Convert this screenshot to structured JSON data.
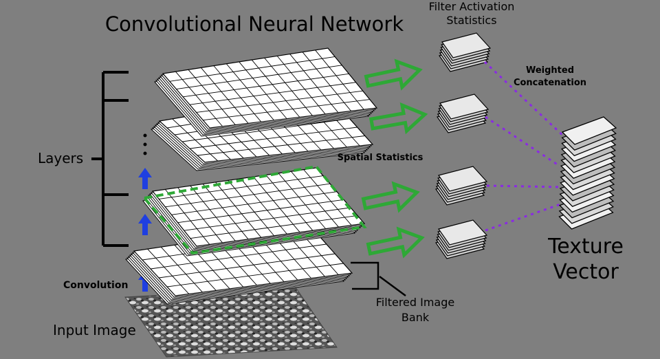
{
  "labels": {
    "title": "Convolutional Neural Network",
    "filter_stats_line1": "Filter Activation",
    "filter_stats_line2": "Statistics",
    "weighted_line1": "Weighted",
    "weighted_line2": "Concatenation",
    "layers": "Layers",
    "spatial": "Spatial Statistics",
    "convolution": "Convolution",
    "input_image": "Input Image",
    "filtered_line1": "Filtered Image",
    "filtered_line2": "Bank",
    "texture_line1": "Texture",
    "texture_line2": "Vector",
    "ellipsis": "·"
  },
  "colors": {
    "background": "#7f7f7f",
    "grid_fill": "#ffffff",
    "highlight": "#2ea836",
    "arrow_up": "#1f3fe0",
    "arrow_right": "#2ea836",
    "connector": "#8a2be2"
  },
  "icons": [
    "arrow-up-icon",
    "arrow-right-icon"
  ]
}
